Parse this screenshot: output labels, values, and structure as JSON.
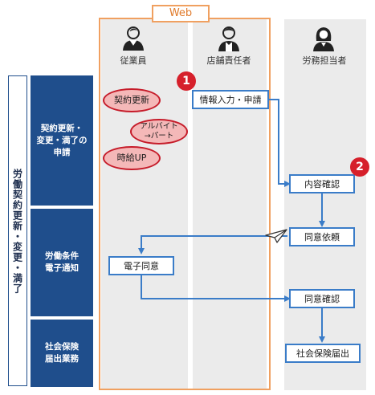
{
  "web_label": "Web",
  "roles": {
    "employee": {
      "label": "従業員",
      "icon": "person-icon"
    },
    "manager": {
      "label": "店舗責任者",
      "icon": "manager-icon"
    },
    "labor": {
      "label": "労務担当者",
      "icon": "woman-icon"
    }
  },
  "outer_label": "労働契約更新・変更・満了",
  "phases": [
    "契約更新・\n変更・満了の\n申請",
    "労働条件\n電子通知",
    "社会保険\n届出業務"
  ],
  "bubbles": {
    "renewal": "契約更新",
    "part": "アルバイト\n→パート",
    "raise": "時給UP"
  },
  "steps": {
    "input": "情報入力・申請",
    "review": "内容確認",
    "consent_req": "同意依頼",
    "e_consent": "電子同意",
    "consent_check": "同意確認",
    "insurance": "社会保険届出"
  },
  "badges": [
    "1",
    "2"
  ],
  "colors": {
    "web_frame": "#f0a060",
    "phase_bg": "#1f4e8c",
    "step_border": "#3a7cc8",
    "bubble_fill": "#f4b8b8",
    "bubble_border": "#c61c2a",
    "badge": "#d6202b"
  }
}
